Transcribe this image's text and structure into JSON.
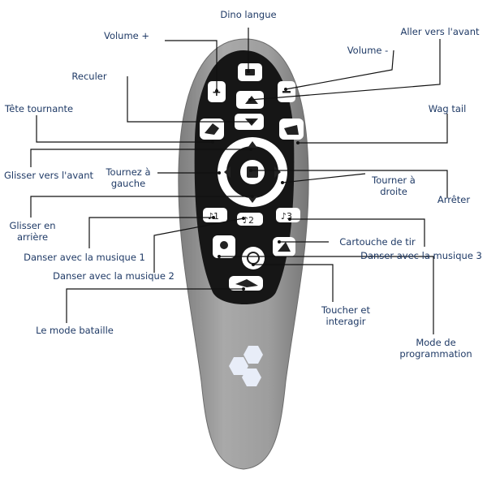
{
  "labels": {
    "dino_langue": "Dino langue",
    "volume_plus": "Volume +",
    "aller_vers_avant": "Aller vers l'avant",
    "volume_minus": "Volume -",
    "reculer": "Reculer",
    "tete_tournante": "Tête tournante",
    "wag_tail": "Wag tail",
    "glisser_avant": "Glisser vers l'avant",
    "tournez_gauche_1": "Tournez à",
    "tournez_gauche_2": "gauche",
    "tourner_droite_1": "Tourner à",
    "tourner_droite_2": "droite",
    "arreter": "Arrêter",
    "glisser_arriere_1": "Glisser en",
    "glisser_arriere_2": "arrière",
    "cartouche_tir": "Cartouche de tir",
    "danser_musique_1": "Danser avec la musique 1",
    "danser_musique_3": "Danser avec la musique 3",
    "danser_musique_2": "Danser avec la musique 2",
    "toucher_1": "Toucher et",
    "toucher_2": "interagir",
    "mode_bataille": "Le mode bataille",
    "mode_prog_1": "Mode de",
    "mode_prog_2": "programmation"
  },
  "keys": {
    "music1": "♪1",
    "music2": "♪2",
    "music3": "♪3"
  },
  "colors": {
    "label_text": "#1f3a66",
    "remote_body": "#9b9b9b",
    "keypad_panel": "#161616",
    "led": "#e8edf8"
  }
}
